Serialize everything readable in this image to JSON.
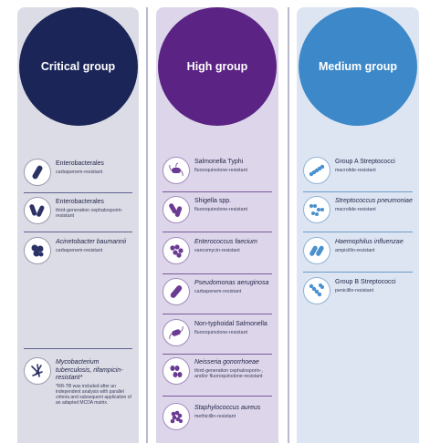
{
  "columns": [
    {
      "title": "Critical group",
      "items": [
        {
          "name": "Enterobacterales",
          "italic": false,
          "sub": "carbapenem-resistant",
          "icon": "rod-bacteria-icon"
        },
        {
          "name": "Enterobacterales",
          "italic": false,
          "sub": "third-generation cephalosporin-resistant",
          "icon": "rod-bacteria-icon"
        },
        {
          "name": "Acinetobacter baumannii",
          "italic": true,
          "sub": "carbapenem-resistant",
          "icon": "cluster-bacteria-icon"
        },
        {
          "name": "Mycobacterium tuberculosis, rifampicin-resistant*",
          "italic": true,
          "sub": "",
          "note": "*RR-TB was included after an independent analysis with parallel criteria and subsequent application of an adapted MCDA matrix.",
          "icon": "mycobacteria-icon"
        }
      ]
    },
    {
      "title": "High group",
      "items": [
        {
          "name": "Salmonella Typhi",
          "italic": false,
          "sub": "fluoroquinolone-resistant",
          "icon": "flagellated-bacteria-icon"
        },
        {
          "name": "Shigella spp.",
          "italic": false,
          "sub": "fluoroquinolone-resistant",
          "icon": "rod-bacteria-icon"
        },
        {
          "name": "Enterococcus faecium",
          "italic": true,
          "sub": "vancomycin-resistant",
          "icon": "cocci-bacteria-icon"
        },
        {
          "name": "Pseudomonas aeruginosa",
          "italic": true,
          "sub": "carbapenem-resistant",
          "icon": "rod-bacteria-icon"
        },
        {
          "name": "Non-typhoidal Salmonella",
          "italic": false,
          "sub": "fluoroquinolone-resistant",
          "icon": "flagellated-bacteria-icon"
        },
        {
          "name": "Neisseria gonorrhoeae",
          "italic": true,
          "sub": "third-generation cephalosporin-, and/or fluoroquinolone-resistant",
          "icon": "diplococci-icon"
        },
        {
          "name": "Staphylococcus aureus",
          "italic": true,
          "sub": "methicillin-resistant",
          "icon": "cocci-cluster-icon"
        }
      ]
    },
    {
      "title": "Medium group",
      "items": [
        {
          "name": "Group A Streptococci",
          "italic": false,
          "sub": "macrolide-resistant",
          "icon": "streptococci-icon"
        },
        {
          "name": "Streptococcus pneumoniae",
          "italic": true,
          "sub": "macrolide-resistant",
          "icon": "streptococci-icon"
        },
        {
          "name": "Haemophilus influenzae",
          "italic": true,
          "sub": "ampicillin-resistant",
          "icon": "rod-bacteria-icon"
        },
        {
          "name": "Group B Streptococci",
          "italic": false,
          "sub": "penicillin-resistant",
          "icon": "streptococci-icon"
        }
      ]
    }
  ],
  "colors": {
    "critical": "#1b2557",
    "high": "#5a2384",
    "medium": "#3d88c9"
  }
}
